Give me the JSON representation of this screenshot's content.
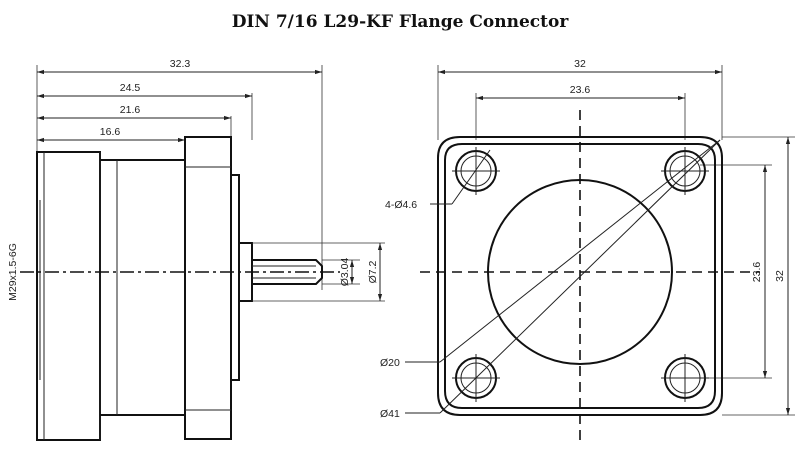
{
  "title": "DIN 7/16 L29-KF Flange Connector",
  "side_view": {
    "dim_overall": "32.3",
    "dim_flange_back": "24.5",
    "dim_flange_front": "21.6",
    "dim_body": "16.6",
    "thread_label": "M29x1.5-6G",
    "pin_diameter": "Ø3.04",
    "pin_insulator_diameter": "Ø7.2"
  },
  "front_view": {
    "flange_width": "32",
    "hole_spacing_horizontal": "23.6",
    "hole_spacing_vertical": "23.6",
    "flange_height": "32",
    "mount_holes": "4-Ø4.6",
    "inner_diameter": "Ø20",
    "bolt_circle_diameter": "Ø41"
  }
}
